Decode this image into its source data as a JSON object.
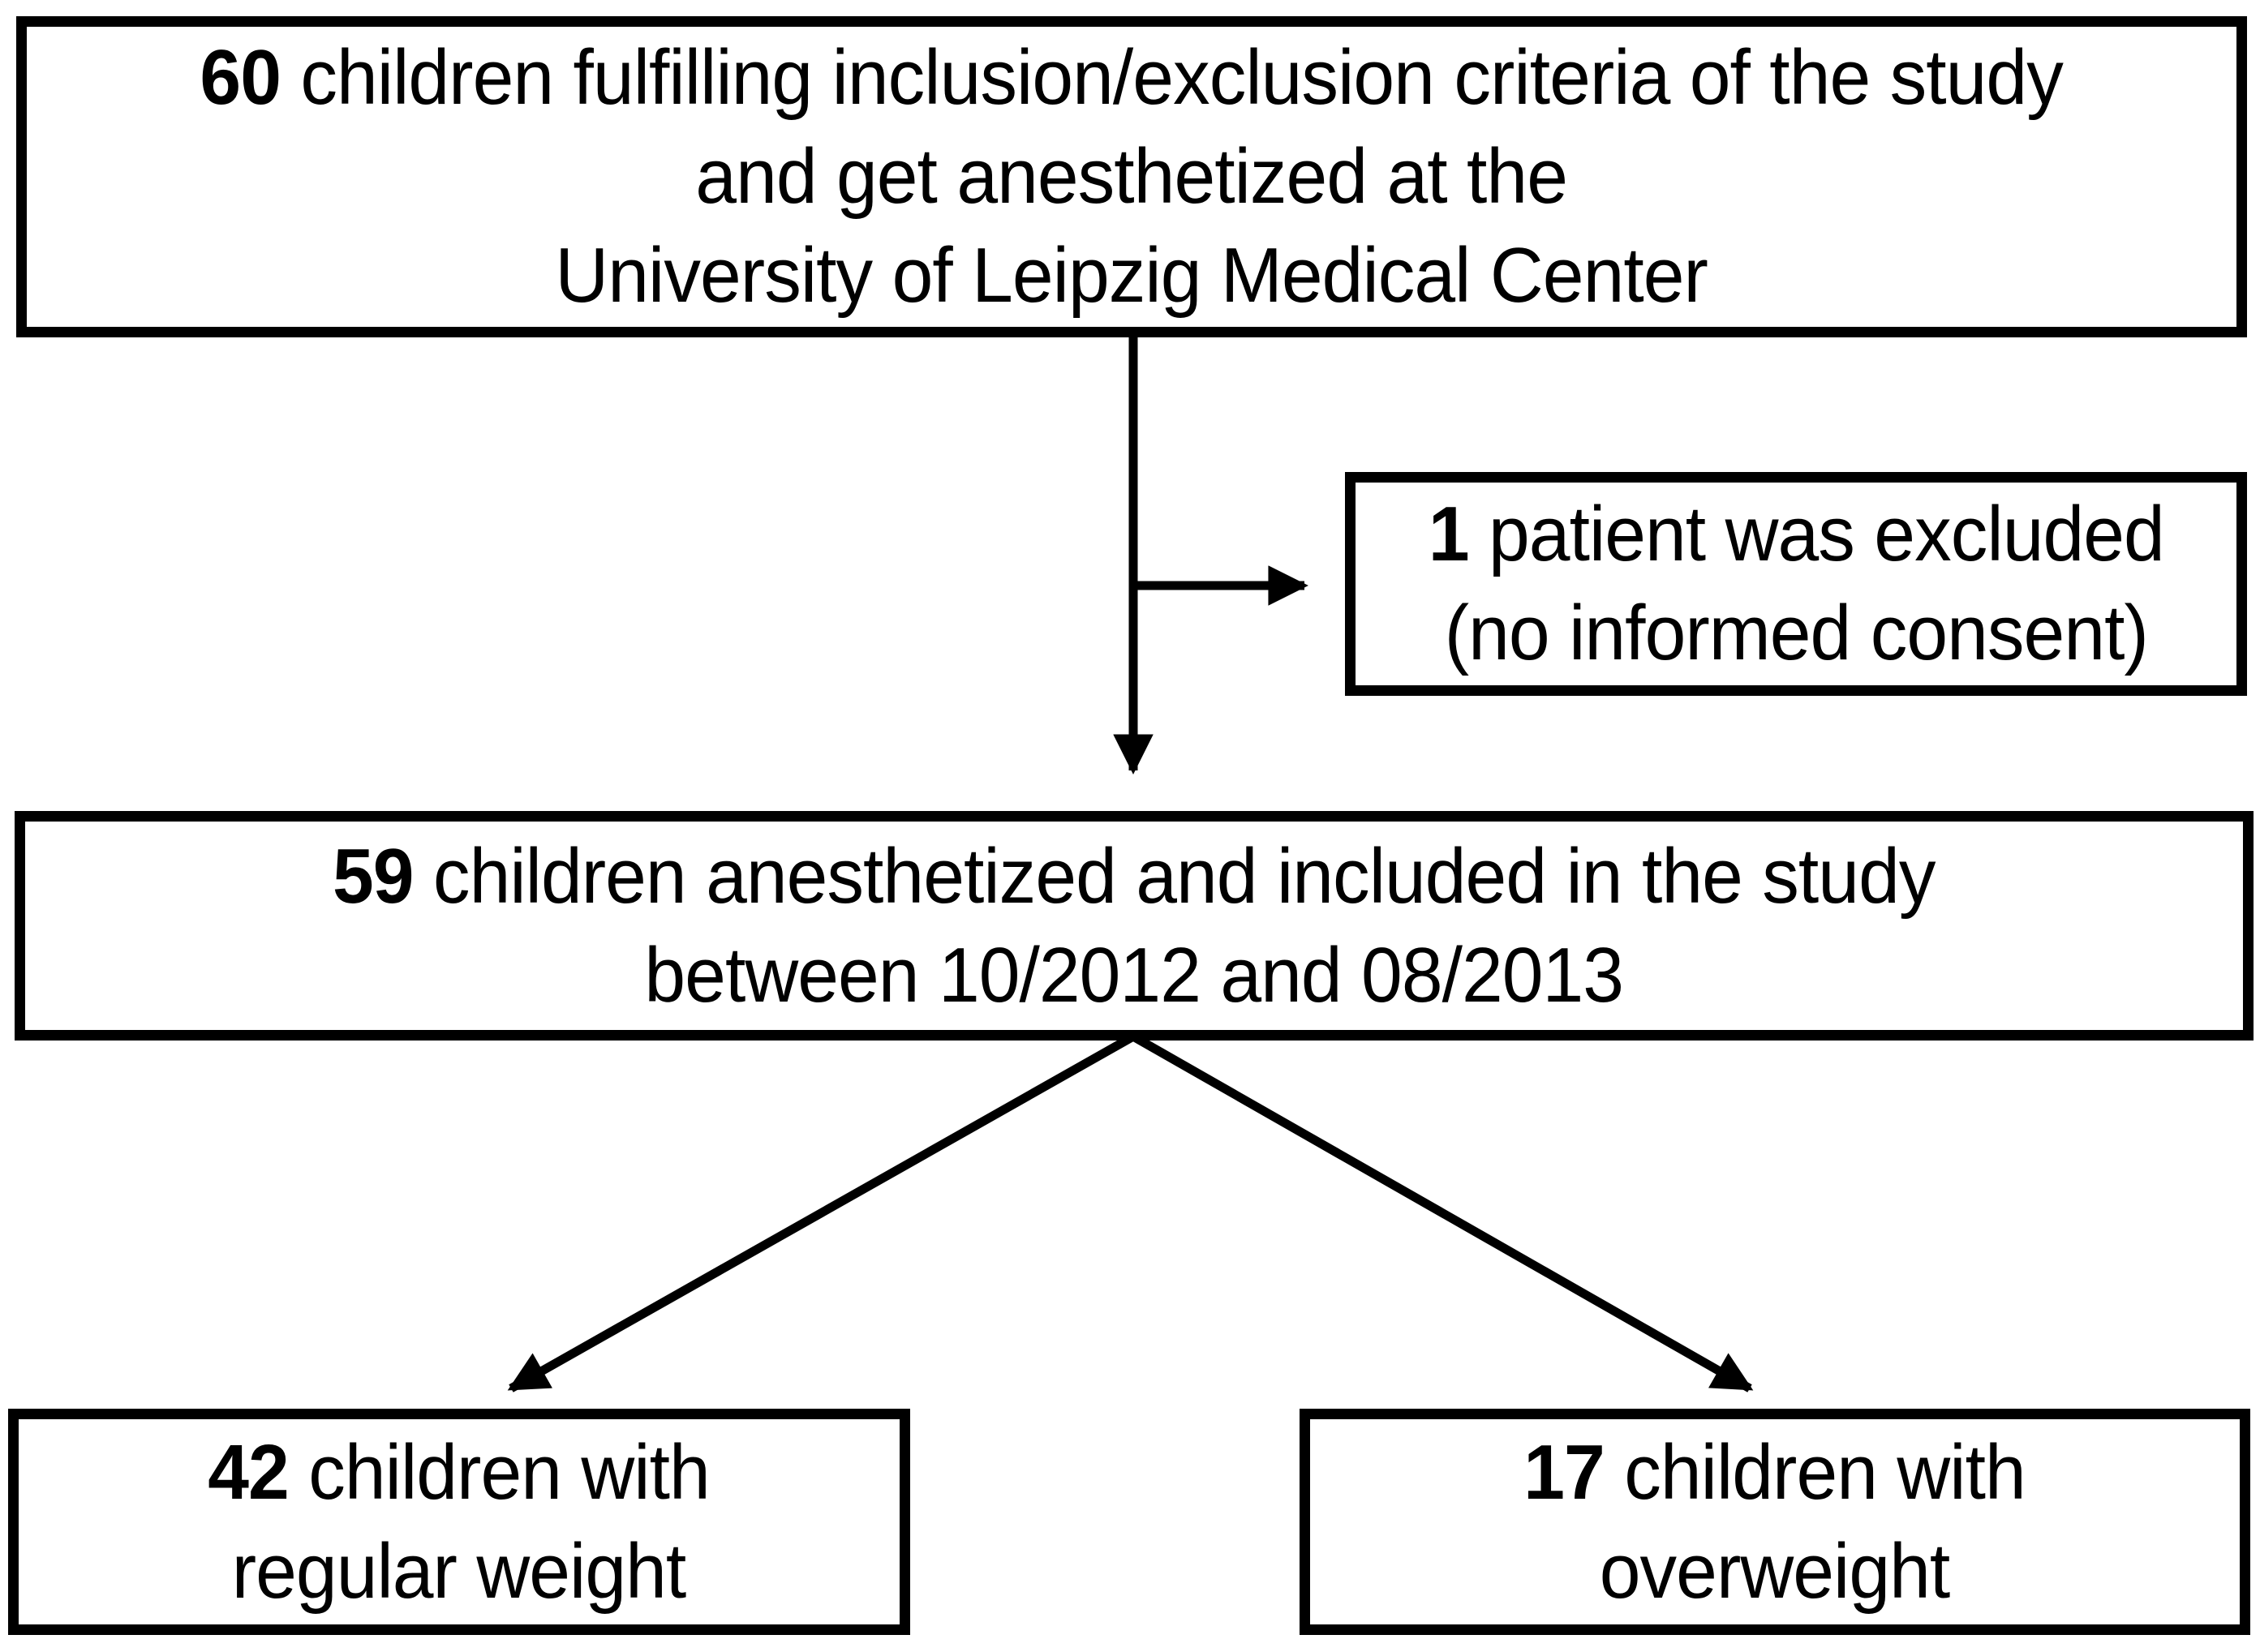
{
  "diagram": {
    "background_color": "#ffffff",
    "line_color": "#000000",
    "boxes": {
      "enrolled": {
        "count": "60",
        "line1": " children fulfilling inclusion/exclusion criteria of the study",
        "line2": "and get anesthetized at the",
        "line3": "University of Leipzig Medical Center"
      },
      "excluded": {
        "count": "1",
        "line1": " patient was excluded",
        "line2": "(no informed consent)"
      },
      "included": {
        "count": "59",
        "line1": " children anesthetized and included in the study",
        "line2": "between 10/2012 and 08/2013"
      },
      "regular_weight": {
        "count": "42",
        "line1": " children with",
        "line2": "regular weight"
      },
      "overweight": {
        "count": "17",
        "line1": " children with",
        "line2": "overweight"
      }
    }
  }
}
